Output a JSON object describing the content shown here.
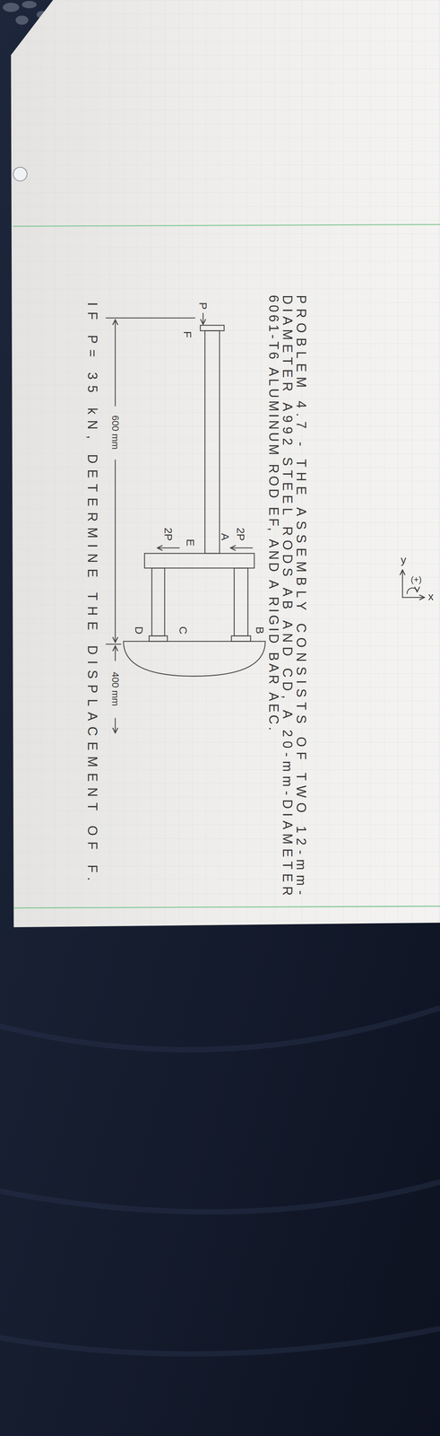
{
  "diagram": {
    "labels": [
      "PROBLEM 4.7 - THE ASSEMBLY CONSISTS OF TWO 12-mm-",
      "DIAMETER A992 STEEL RODS AB AND CD, A 20-mm-DIAMETER",
      "6061-T6 ALUMINUM ROD EF, AND A RIGID BAR AEC.",
      "y",
      "(+)",
      "x",
      "P",
      "F",
      "2P",
      "A",
      "B",
      "2P",
      "E",
      "C",
      "D",
      "600 mm",
      "400 mm",
      "IF P= 35 kN, DETERMINE THE DISPLACEMENT OF F."
    ]
  }
}
